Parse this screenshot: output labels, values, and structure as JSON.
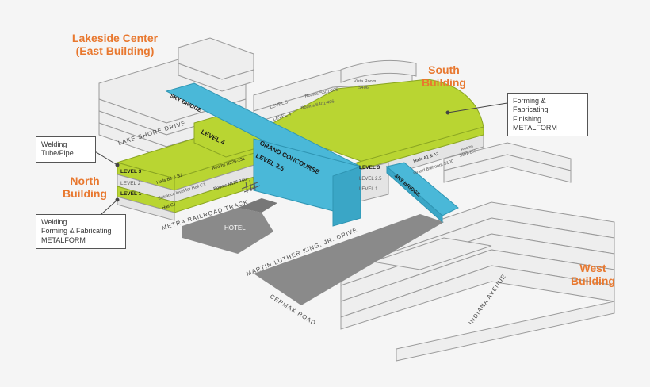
{
  "buildings": {
    "lakeside_title": "Lakeside Center",
    "lakeside_subtitle": "(East Building)",
    "south": "South Building",
    "north": "North Building",
    "west": "West Building"
  },
  "callouts": {
    "south": [
      "Forming & Fabricating",
      "Finishing",
      "METALFORM"
    ],
    "north_upper": [
      "Welding",
      "Tube/Pipe"
    ],
    "north_lower": [
      "Welding",
      "Forming & Fabricating",
      "METALFORM"
    ]
  },
  "streets": {
    "lake_shore": "LAKE SHORE DRIVE",
    "metra": "METRA RAILROAD TRACK",
    "mlk": "MARTIN LUTHER KING, JR. DRIVE",
    "cermak": "CERMAK ROAD",
    "indiana": "INDIANA AVENUE"
  },
  "labels": {
    "hotel": "HOTEL",
    "sky_bridge_north": "SKY BRIDGE",
    "sky_bridge_south": "SKY BRIDGE",
    "grand_concourse": "GRAND CONCOURSE",
    "concourse_level": "LEVEL 2.5",
    "level4_bridge": "LEVEL 4",
    "north_level3": "LEVEL 3",
    "north_level2": "LEVEL 2",
    "north_level1": "LEVEL 1",
    "halls_b": "Halls B1 & B2",
    "rooms_n226": "Rooms N226-231",
    "entrance": "Entrance level for Hall C1",
    "rooms_n126": "Rooms N126-140",
    "hall_c1": "Hall C1",
    "south_level5": "LEVEL 5",
    "south_level4": "LEVEL 4",
    "rooms_s501": "Rooms S501-505",
    "rooms_s401": "Rooms S401-406",
    "vista_room": "Vista Room",
    "vista_num": "S406",
    "south_level3": "LEVEL 3",
    "south_level25": "LEVEL 2.5",
    "south_level1": "LEVEL 1",
    "halls_a": "Halls A1 & A2",
    "rooms_s": "Rooms",
    "rooms_s_num": "S101-106",
    "grand_ballroom": "Grand Ballroom S100"
  },
  "colors": {
    "green": "#b9d532",
    "blue": "#4ab8d8",
    "gray_light": "#e4e4e4",
    "gray_dark": "#8a8a8a",
    "orange": "#e8782f"
  }
}
